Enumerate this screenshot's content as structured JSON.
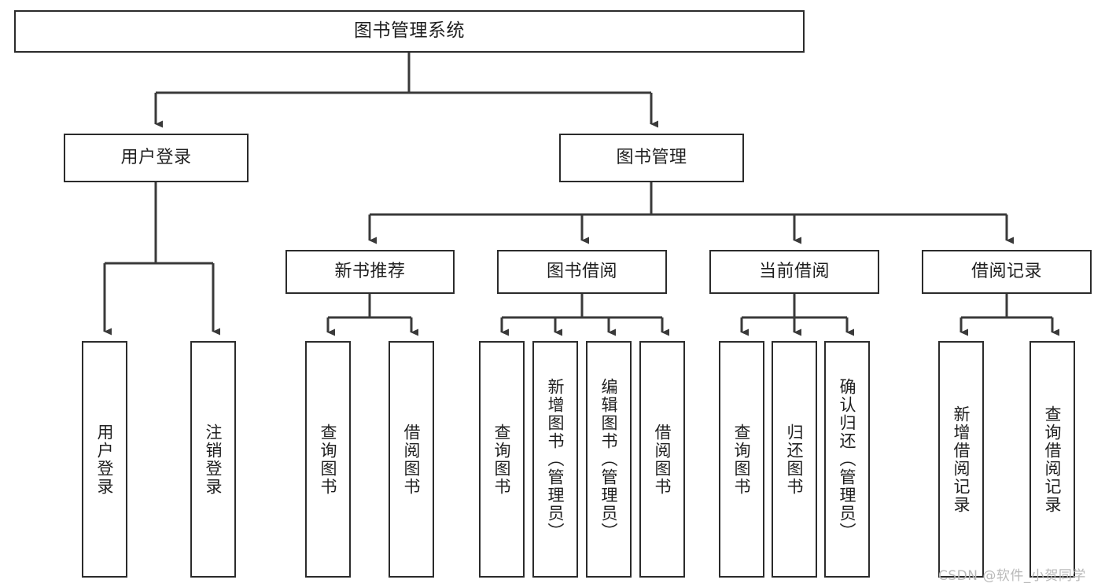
{
  "diagram": {
    "type": "tree",
    "title": "图书管理系统",
    "orientation": "top-down",
    "colors": {
      "box_border": "#2b2b2b",
      "box_fill": "#ffffff",
      "edge": "#3a3a3a",
      "text": "#1f1f1f",
      "watermark": "#b9b9b9",
      "background": "#ffffff"
    }
  },
  "watermark": {
    "text": "CSDN @软件_小贺同学"
  },
  "nodes": {
    "root": {
      "label": "图书管理系统",
      "orientation": "horizontal"
    },
    "user_login": {
      "label": "用户登录",
      "orientation": "horizontal"
    },
    "book_manage": {
      "label": "图书管理",
      "orientation": "horizontal"
    },
    "new_book_rec": {
      "label": "新书推荐",
      "orientation": "horizontal"
    },
    "book_borrow": {
      "label": "图书借阅",
      "orientation": "horizontal"
    },
    "current_borrow": {
      "label": "当前借阅",
      "orientation": "horizontal"
    },
    "borrow_record": {
      "label": "借阅记录",
      "orientation": "horizontal"
    },
    "leaf_user_login": {
      "label": "用户登录",
      "orientation": "vertical"
    },
    "leaf_logout": {
      "label": "注销登录",
      "orientation": "vertical"
    },
    "leaf_query_book_1": {
      "label": "查询图书",
      "orientation": "vertical"
    },
    "leaf_borrow_book_1": {
      "label": "借阅图书",
      "orientation": "vertical"
    },
    "leaf_query_book_2": {
      "label": "查询图书",
      "orientation": "vertical"
    },
    "leaf_add_book": {
      "label": "新增图书（管理员）",
      "orientation": "vertical"
    },
    "leaf_edit_book": {
      "label": "编辑图书（管理员）",
      "orientation": "vertical"
    },
    "leaf_borrow_book_2": {
      "label": "借阅图书",
      "orientation": "vertical"
    },
    "leaf_query_book_3": {
      "label": "查询图书",
      "orientation": "vertical"
    },
    "leaf_return_book": {
      "label": "归还图书",
      "orientation": "vertical"
    },
    "leaf_confirm_return": {
      "label": "确认归还（管理员）",
      "orientation": "vertical"
    },
    "leaf_add_record": {
      "label": "新增借阅记录",
      "orientation": "vertical"
    },
    "leaf_query_record": {
      "label": "查询借阅记录",
      "orientation": "vertical"
    }
  },
  "edges": [
    {
      "from": "root",
      "to": "user_login"
    },
    {
      "from": "root",
      "to": "book_manage"
    },
    {
      "from": "user_login",
      "to": "leaf_user_login"
    },
    {
      "from": "user_login",
      "to": "leaf_logout"
    },
    {
      "from": "book_manage",
      "to": "new_book_rec"
    },
    {
      "from": "book_manage",
      "to": "book_borrow"
    },
    {
      "from": "book_manage",
      "to": "current_borrow"
    },
    {
      "from": "book_manage",
      "to": "borrow_record"
    },
    {
      "from": "new_book_rec",
      "to": "leaf_query_book_1"
    },
    {
      "from": "new_book_rec",
      "to": "leaf_borrow_book_1"
    },
    {
      "from": "book_borrow",
      "to": "leaf_query_book_2"
    },
    {
      "from": "book_borrow",
      "to": "leaf_add_book"
    },
    {
      "from": "book_borrow",
      "to": "leaf_edit_book"
    },
    {
      "from": "book_borrow",
      "to": "leaf_borrow_book_2"
    },
    {
      "from": "current_borrow",
      "to": "leaf_query_book_3"
    },
    {
      "from": "current_borrow",
      "to": "leaf_return_book"
    },
    {
      "from": "current_borrow",
      "to": "leaf_confirm_return"
    },
    {
      "from": "borrow_record",
      "to": "leaf_add_record"
    },
    {
      "from": "borrow_record",
      "to": "leaf_query_record"
    }
  ]
}
